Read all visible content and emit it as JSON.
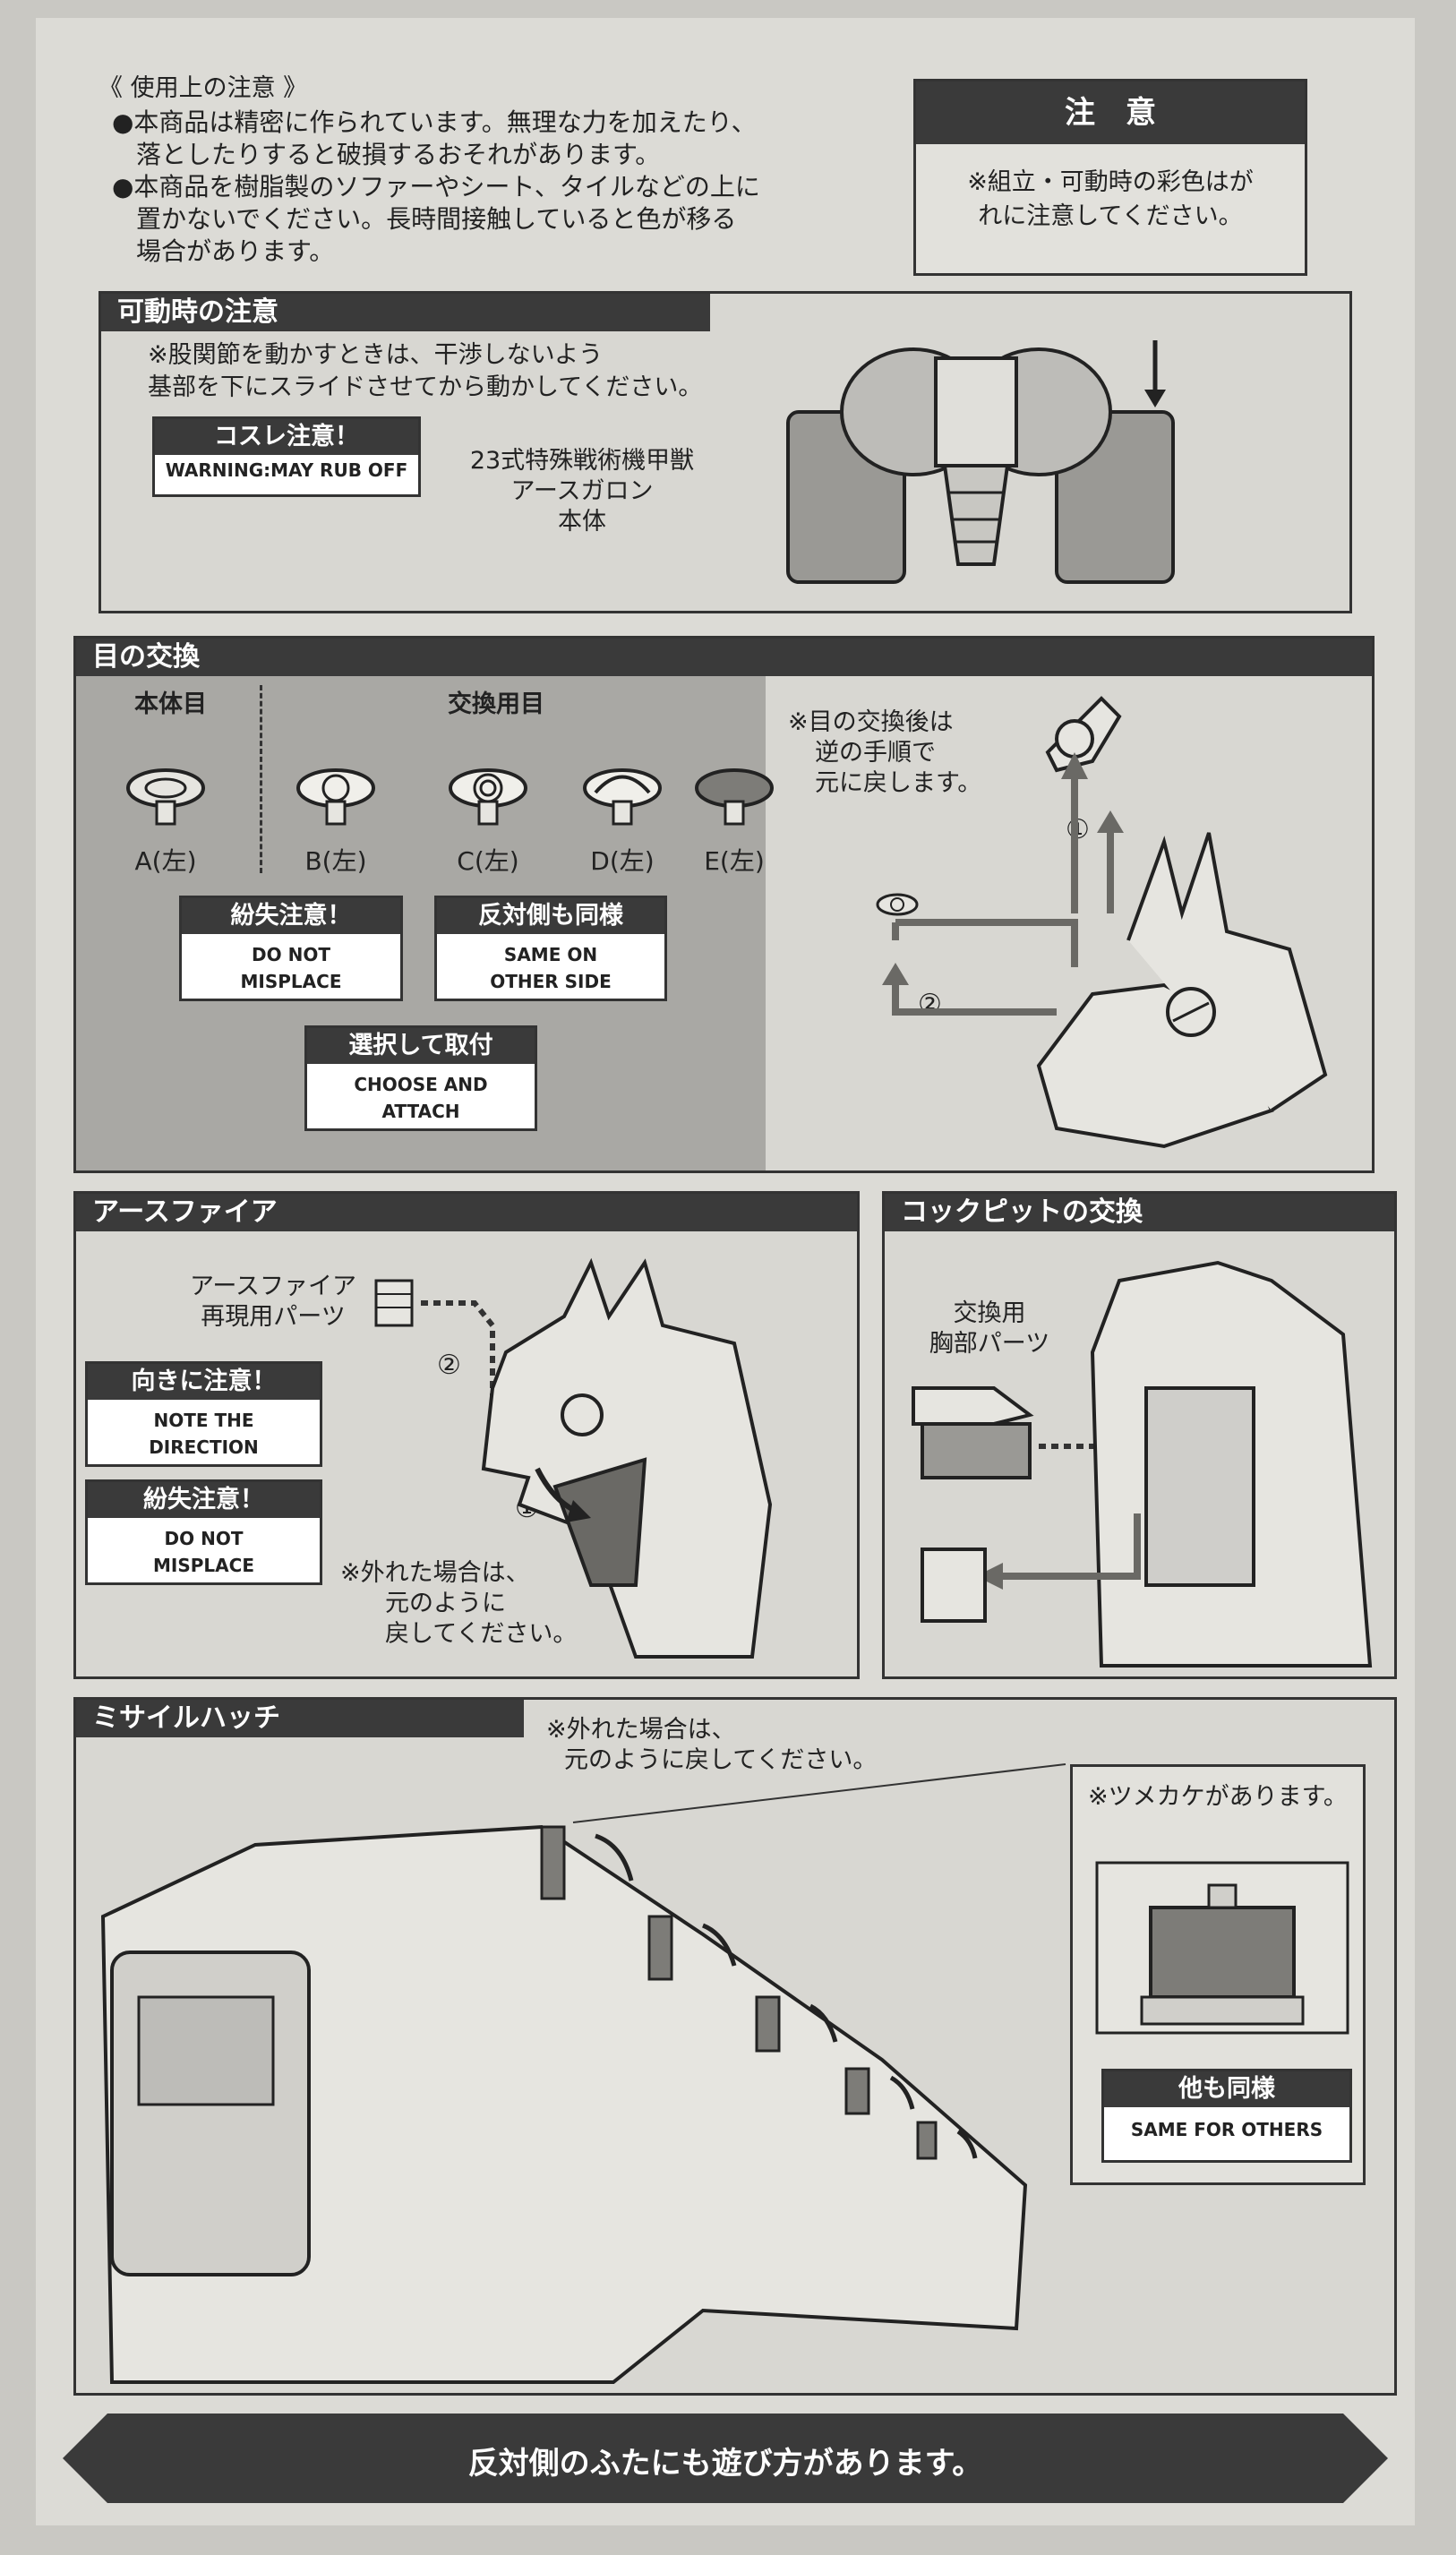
{
  "usage": {
    "title": "《 使用上の注意 》",
    "line1a": "●本商品は精密に作られています。無理な力を加えたり、",
    "line1b": "落としたりすると破損するおそれがあります。",
    "line2a": "●本商品を樹脂製のソファーやシート、タイルなどの上に",
    "line2b": "置かないでください。長時間接触していると色が移る",
    "line2c": "場合があります。"
  },
  "caution": {
    "title": "注　意",
    "line1": "※組立・可動時の彩色はが",
    "line2": "れに注意してください。"
  },
  "movable": {
    "header": "可動時の注意",
    "note1": "※股関節を動かすときは、干渉しないよう",
    "note2": "基部を下にスライドさせてから動かしてください。",
    "warn_jp": "コスレ注意！",
    "warn_en": "WARNING:MAY RUB OFF",
    "name1": "23式特殊戦術機甲獣",
    "name2": "アースガロン",
    "name3": "本体"
  },
  "eyes": {
    "header": "目の交換",
    "body_label": "本体目",
    "swap_label": "交換用目",
    "items": [
      "A(左)",
      "B(左)",
      "C(左)",
      "D(左)",
      "E(左)"
    ],
    "warn1_jp": "紛失注意！",
    "warn1_en1": "DO NOT",
    "warn1_en2": "MISPLACE",
    "warn2_jp": "反対側も同様",
    "warn2_en1": "SAME ON",
    "warn2_en2": "OTHER SIDE",
    "warn3_jp": "選択して取付",
    "warn3_en1": "CHOOSE AND",
    "warn3_en2": "ATTACH",
    "note1": "※目の交換後は",
    "note2": "逆の手順で",
    "note3": "元に戻します。",
    "step1": "①",
    "step2": "②"
  },
  "earthfire": {
    "header": "アースファイア",
    "part1": "アースファイア",
    "part2": "再現用パーツ",
    "warn1_jp": "向きに注意！",
    "warn1_en1": "NOTE THE",
    "warn1_en2": "DIRECTION",
    "warn2_jp": "紛失注意！",
    "warn2_en1": "DO NOT",
    "warn2_en2": "MISPLACE",
    "note1": "※外れた場合は、",
    "note2": "元のように",
    "note3": "戻してください。",
    "step1": "①",
    "step2": "②"
  },
  "cockpit": {
    "header": "コックピットの交換",
    "part1": "交換用",
    "part2": "胸部パーツ"
  },
  "missile": {
    "header": "ミサイルハッチ",
    "note1": "※外れた場合は、",
    "note2": "元のように戻してください。",
    "detail_note": "※ツメカケがあります。",
    "warn_jp": "他も同様",
    "warn_en": "SAME FOR OTHERS"
  },
  "footer": {
    "text": "反対側のふたにも遊び方があります。"
  },
  "colors": {
    "dark": "#3a3a3a",
    "paper": "#dcdbd6",
    "shade": "#a9a8a4"
  }
}
